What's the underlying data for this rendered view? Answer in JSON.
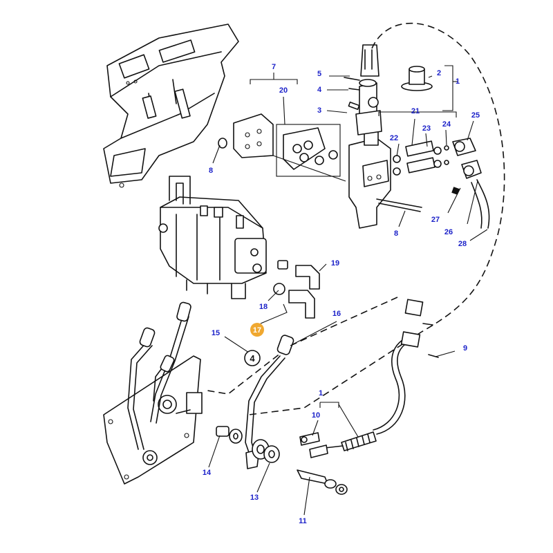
{
  "diagram": {
    "callouts": {
      "c1a": "1",
      "c1b": "1",
      "c2": "2",
      "c3": "3",
      "c4": "4",
      "c5": "5",
      "c7": "7",
      "c8a": "8",
      "c8b": "8",
      "c9": "9",
      "c10": "10",
      "c11": "11",
      "c13": "13",
      "c14": "14",
      "c15": "15",
      "c16": "16",
      "c17": "17",
      "c18": "18",
      "c19": "19",
      "c20": "20",
      "c21": "21",
      "c22": "22",
      "c23": "23",
      "c24": "24",
      "c25": "25",
      "c26": "26",
      "c27": "27",
      "c28": "28"
    },
    "circled_ref": "4",
    "colors": {
      "callout": "#1c22c9",
      "highlight": "#f0a830",
      "ink": "#111111"
    }
  }
}
